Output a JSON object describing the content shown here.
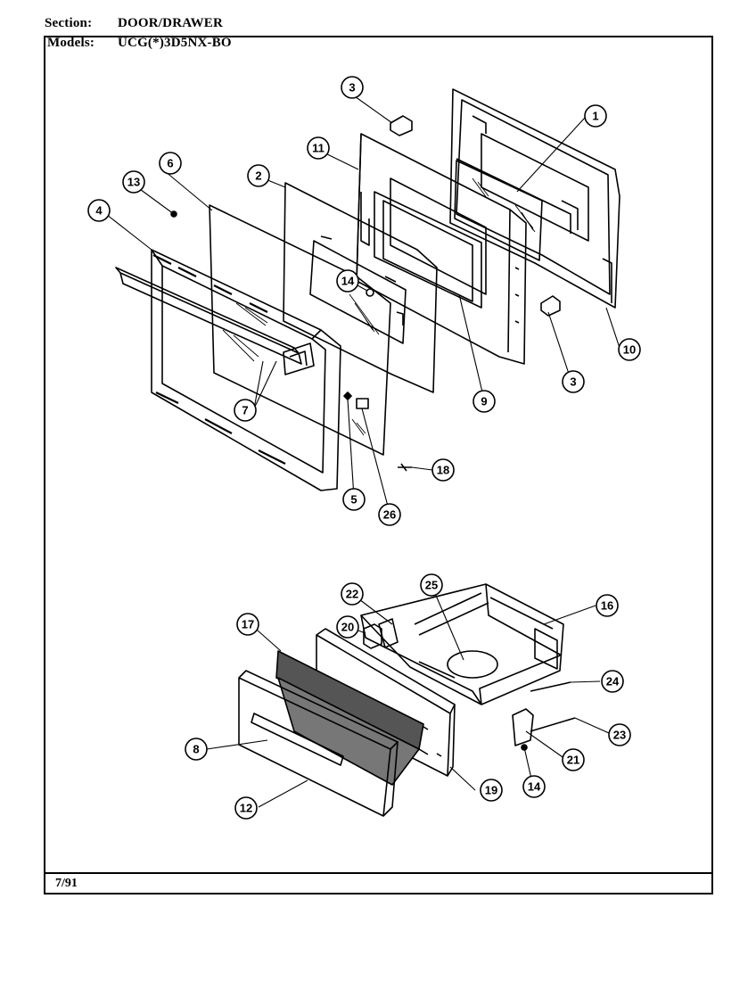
{
  "header": {
    "section_label": "Section:",
    "section_value": "DOOR/DRAWER",
    "models_label": "Models:",
    "models_value": "UCG(*)3D5NX-BO"
  },
  "footer": {
    "date": "7/91"
  },
  "callouts": [
    {
      "id": "c1",
      "label": "1"
    },
    {
      "id": "c2",
      "label": "2"
    },
    {
      "id": "c3a",
      "label": "3"
    },
    {
      "id": "c3b",
      "label": "3"
    },
    {
      "id": "c4",
      "label": "4"
    },
    {
      "id": "c5",
      "label": "5"
    },
    {
      "id": "c6",
      "label": "6"
    },
    {
      "id": "c7",
      "label": "7"
    },
    {
      "id": "c8",
      "label": "8"
    },
    {
      "id": "c9",
      "label": "9"
    },
    {
      "id": "c10",
      "label": "10"
    },
    {
      "id": "c11",
      "label": "11"
    },
    {
      "id": "c12",
      "label": "12"
    },
    {
      "id": "c13",
      "label": "13"
    },
    {
      "id": "c14a",
      "label": "14"
    },
    {
      "id": "c14b",
      "label": "14"
    },
    {
      "id": "c16",
      "label": "16"
    },
    {
      "id": "c17",
      "label": "17"
    },
    {
      "id": "c18",
      "label": "18"
    },
    {
      "id": "c19",
      "label": "19"
    },
    {
      "id": "c20",
      "label": "20"
    },
    {
      "id": "c21",
      "label": "21"
    },
    {
      "id": "c22",
      "label": "22"
    },
    {
      "id": "c23",
      "label": "23"
    },
    {
      "id": "c24",
      "label": "24"
    },
    {
      "id": "c25",
      "label": "25"
    },
    {
      "id": "c26",
      "label": "26"
    }
  ]
}
